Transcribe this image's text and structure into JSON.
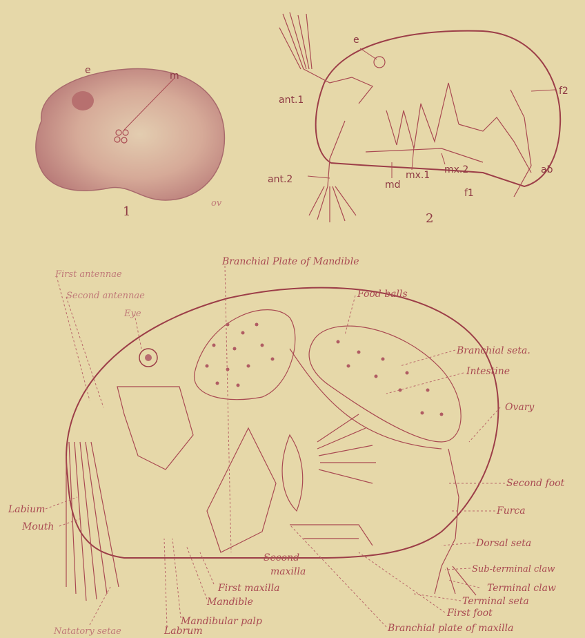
{
  "figure1": {
    "number": "1",
    "labels": {
      "e": "e",
      "m": "m",
      "ov": "ov"
    }
  },
  "figure2": {
    "number": "2",
    "labels": {
      "e": "e",
      "ant1": "ant.1",
      "ant2": "ant.2",
      "md": "md",
      "mx1": "mx.1",
      "mx2": "mx.2",
      "ab": "ab",
      "f1": "f1",
      "f2": "f2"
    }
  },
  "figure3": {
    "labels": {
      "first_antennae": "First antennae",
      "second_antennae": "Second antennae",
      "eye": "Eye",
      "branchial_plate_mandible": "Branchial Plate of Mandible",
      "food_balls": "Food balls",
      "branchial_seta": "Branchial seta.",
      "intestine": "Intestine",
      "ovary": "Ovary",
      "second_foot": "Second foot",
      "furca": "Furca",
      "dorsal_seta": "Dorsal seta",
      "sub_terminal_claw": "Sub-terminal claw",
      "terminal_claw": "Terminal claw",
      "terminal_seta": "Terminal seta",
      "first_foot": "First foot",
      "branchial_plate_maxilla": "Branchial plate of maxilla",
      "labium": "Labium",
      "mouth": "Mouth",
      "second_maxilla_1": "Second",
      "second_maxilla_2": "maxilla",
      "first_maxilla": "First maxilla",
      "mandible": "Mandible",
      "mandibular_palp": "Mandibular palp",
      "labrum": "Labrum",
      "natatory_setae": "Natatory setae"
    }
  }
}
